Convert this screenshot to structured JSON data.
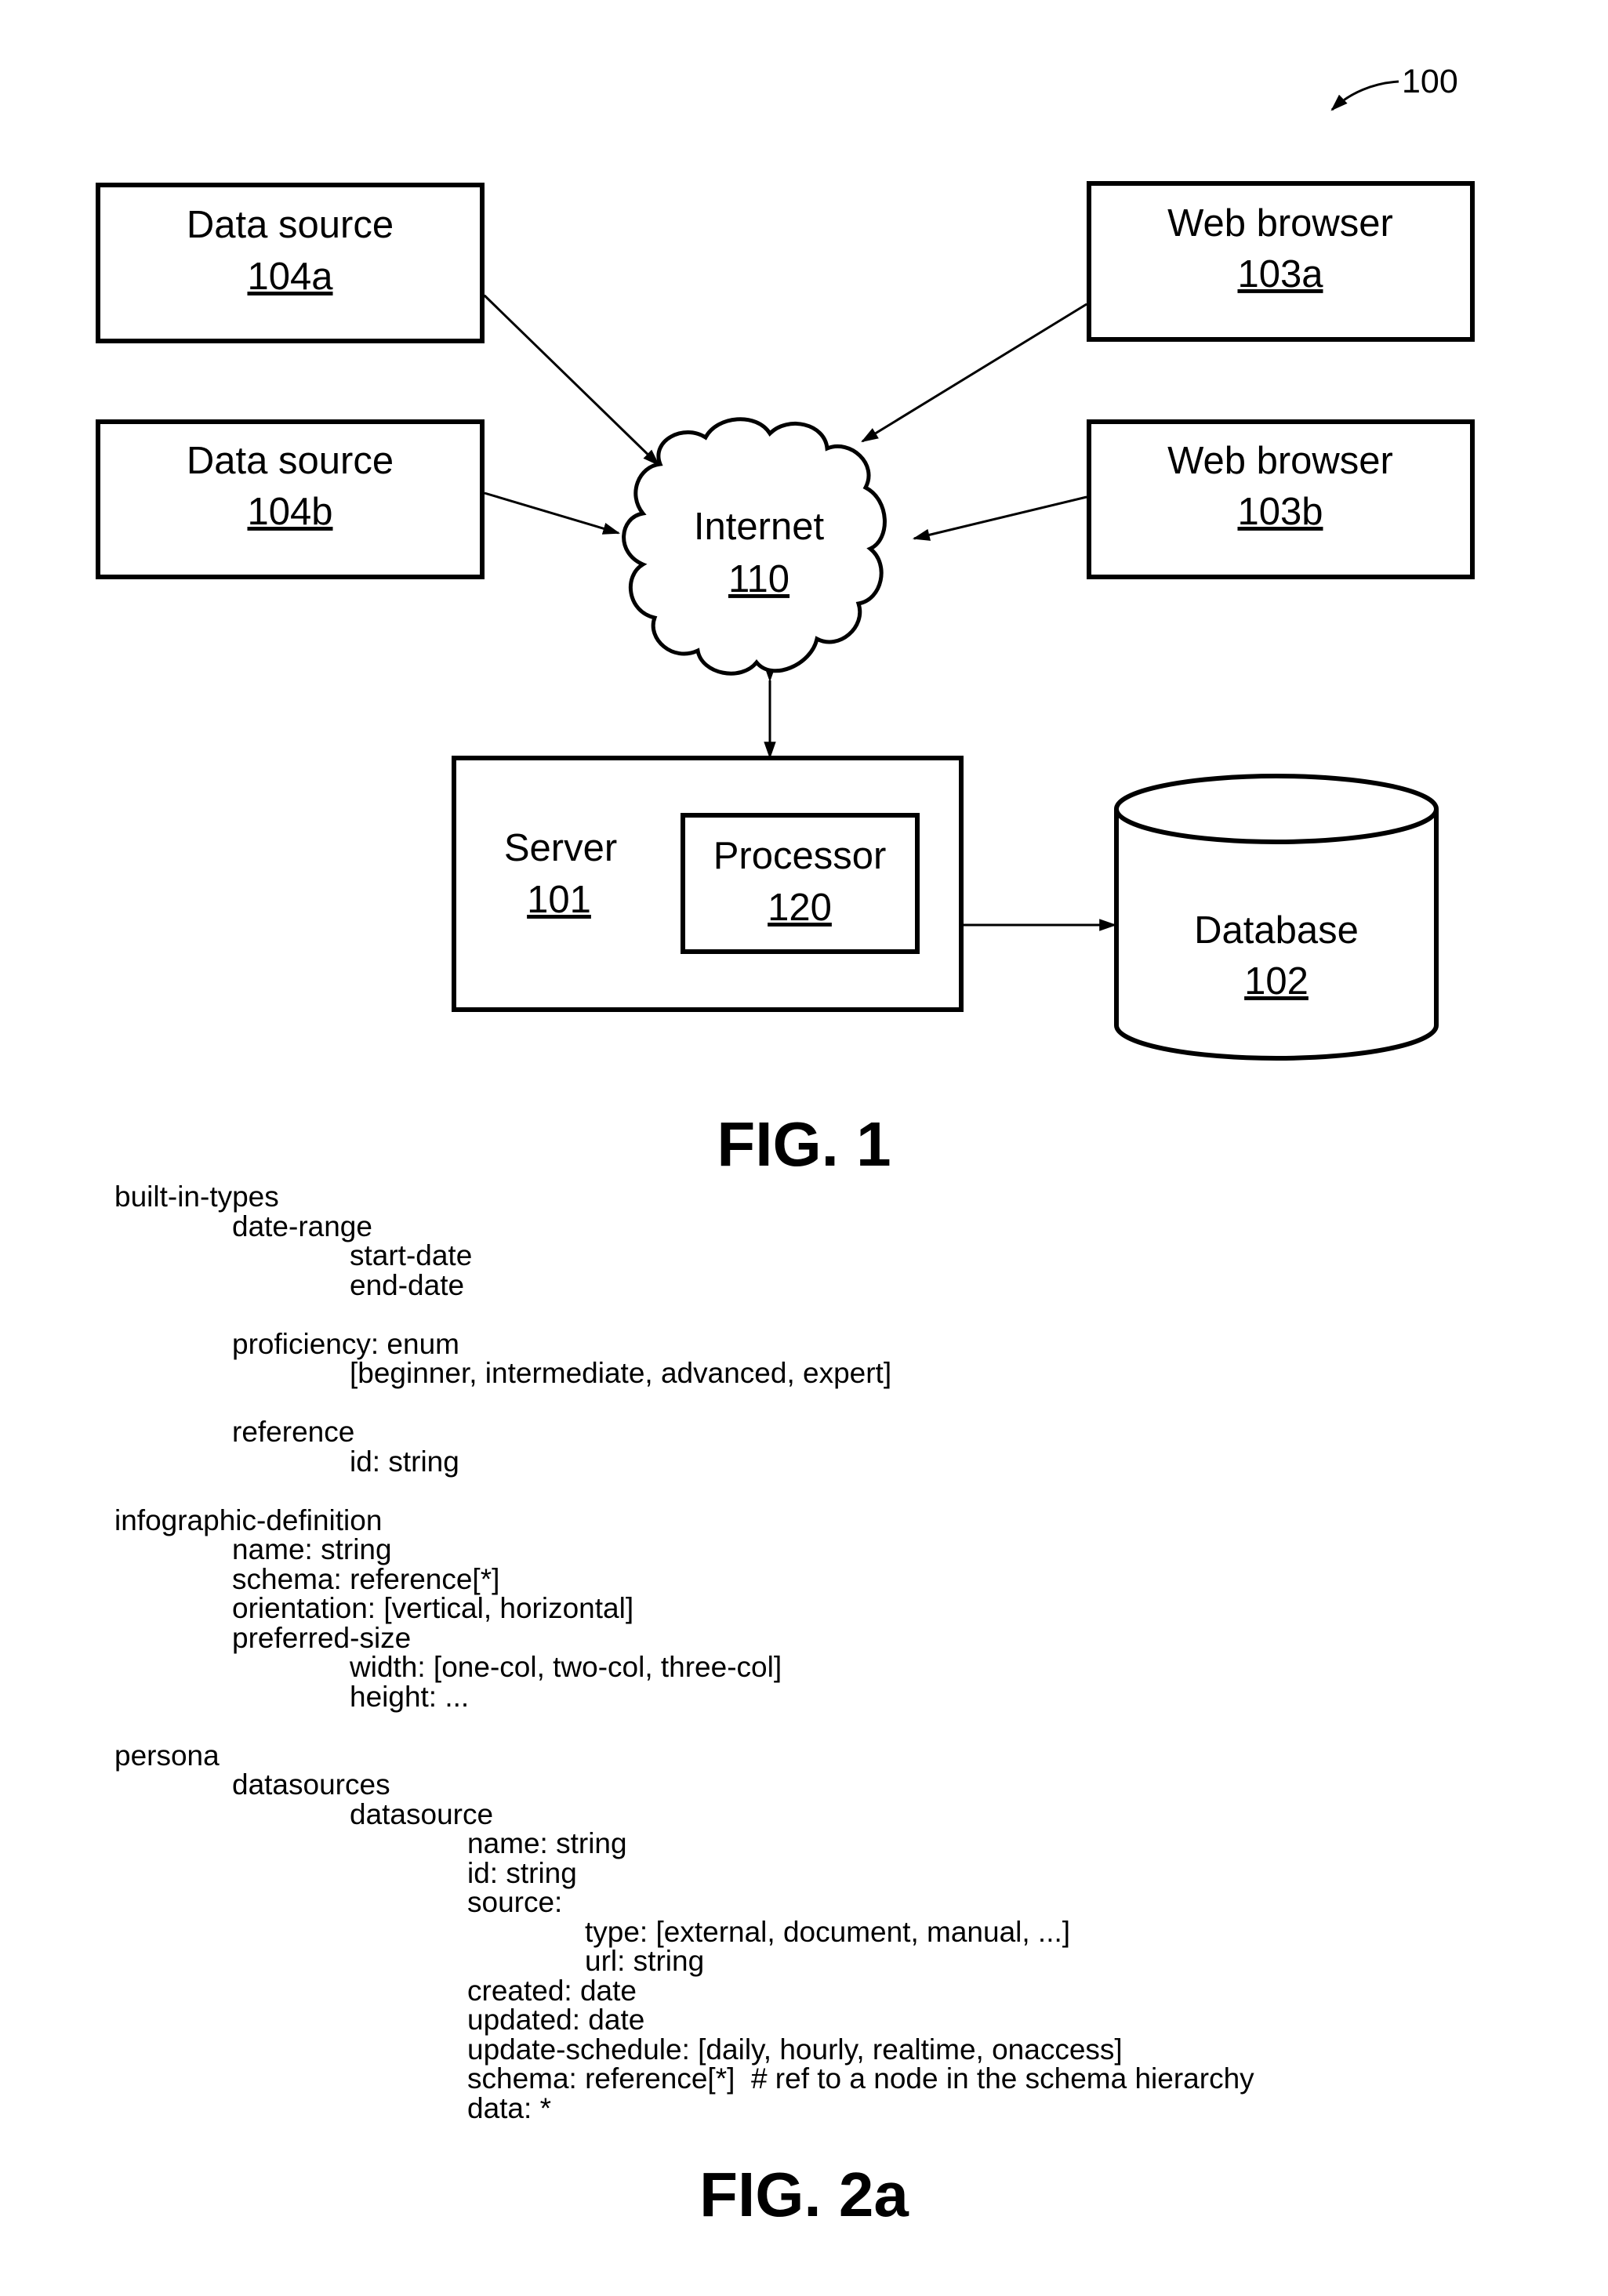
{
  "figure_ref": "100",
  "nodes": {
    "data_source_a": {
      "label": "Data source",
      "number": "104a"
    },
    "data_source_b": {
      "label": "Data source",
      "number": "104b"
    },
    "web_browser_a": {
      "label": "Web browser",
      "number": "103a"
    },
    "web_browser_b": {
      "label": "Web browser",
      "number": "103b"
    },
    "internet": {
      "label": "Internet",
      "number": "110"
    },
    "server": {
      "label": "Server",
      "number": "101"
    },
    "processor": {
      "label": "Processor",
      "number": "120"
    },
    "database": {
      "label": "Database",
      "number": "102"
    }
  },
  "captions": {
    "fig1": "FIG. 1",
    "fig2a": "FIG. 2a"
  },
  "schema_lines": [
    {
      "text": "built-in-types",
      "indent": 0
    },
    {
      "text": "date-range",
      "indent": 1
    },
    {
      "text": "start-date",
      "indent": 2
    },
    {
      "text": "end-date",
      "indent": 2
    },
    {
      "text": "",
      "indent": 0
    },
    {
      "text": "proficiency: enum",
      "indent": 1
    },
    {
      "text": "[beginner, intermediate, advanced, expert]",
      "indent": 2
    },
    {
      "text": "",
      "indent": 0
    },
    {
      "text": "reference",
      "indent": 1
    },
    {
      "text": "id: string",
      "indent": 2
    },
    {
      "text": "",
      "indent": 0
    },
    {
      "text": "infographic-definition",
      "indent": 0
    },
    {
      "text": "name: string",
      "indent": 1
    },
    {
      "text": "schema: reference[*]",
      "indent": 1
    },
    {
      "text": "orientation: [vertical, horizontal]",
      "indent": 1
    },
    {
      "text": "preferred-size",
      "indent": 1
    },
    {
      "text": "width: [one-col, two-col, three-col]",
      "indent": 2
    },
    {
      "text": "height: ...",
      "indent": 2
    },
    {
      "text": "",
      "indent": 0
    },
    {
      "text": "persona",
      "indent": 0
    },
    {
      "text": "datasources",
      "indent": 1
    },
    {
      "text": "datasource",
      "indent": 2
    },
    {
      "text": "name: string",
      "indent": 3
    },
    {
      "text": "id: string",
      "indent": 3
    },
    {
      "text": "source:",
      "indent": 3
    },
    {
      "text": "type: [external, document, manual, ...]",
      "indent": 4
    },
    {
      "text": "url: string",
      "indent": 4
    },
    {
      "text": "created: date",
      "indent": 3
    },
    {
      "text": "updated: date",
      "indent": 3
    },
    {
      "text": "update-schedule: [daily, hourly, realtime, onaccess]",
      "indent": 3
    },
    {
      "text": "schema: reference[*]  # ref to a node in the schema hierarchy",
      "indent": 3
    },
    {
      "text": "data: *",
      "indent": 3
    }
  ]
}
